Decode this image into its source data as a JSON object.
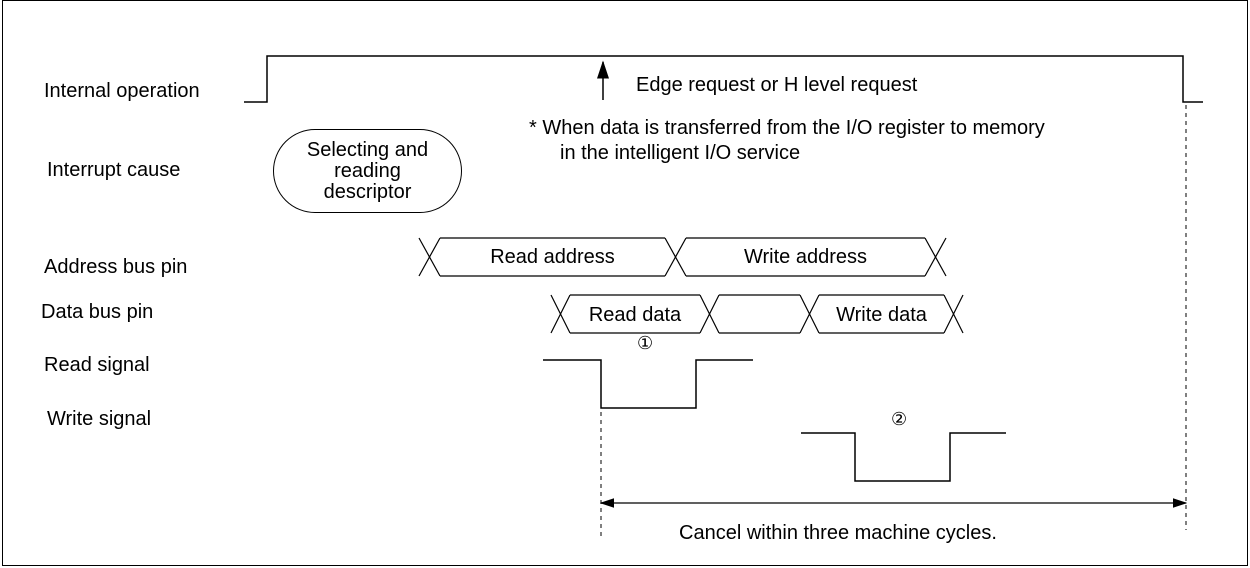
{
  "signals": [
    {
      "id": "internal",
      "label": "Internal operation"
    },
    {
      "id": "cause",
      "label": "Interrupt cause"
    },
    {
      "id": "address",
      "label": "Address bus pin"
    },
    {
      "id": "data",
      "label": "Data bus pin"
    },
    {
      "id": "read",
      "label": "Read signal"
    },
    {
      "id": "write",
      "label": "Write signal"
    }
  ],
  "cause_box": {
    "text": "Selecting and\nreading\ndescriptor"
  },
  "annotations": {
    "edge_request": "Edge request or H level request",
    "note_line1": "* When data is transferred from the I/O register to memory",
    "note_line2": "in the intelligent I/O service",
    "cancel": "Cancel within three machine cycles."
  },
  "address_bus": {
    "segments": [
      "Read address",
      "Write address"
    ]
  },
  "data_bus": {
    "segments": [
      "Read data",
      "",
      "Write data"
    ]
  },
  "markers": {
    "read": "①",
    "write": "②"
  }
}
